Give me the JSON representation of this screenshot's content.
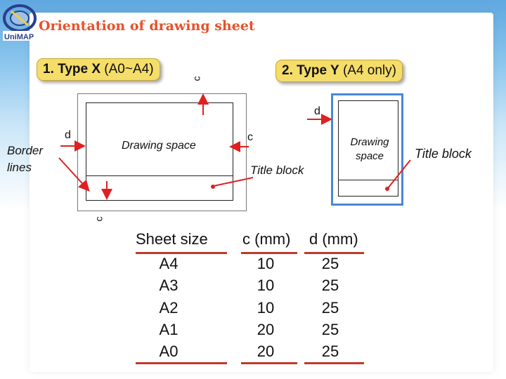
{
  "title": "Orientation of drawing sheet",
  "type_x": {
    "bold": "1. Type X",
    "rest": " (A0~A4)"
  },
  "type_y": {
    "bold": "2. Type Y",
    "rest": " (A4 only)"
  },
  "labels": {
    "c_top": "c",
    "c_mid": "c",
    "c_bottom": "c",
    "d_left": "d",
    "d_right": "d",
    "border_lines": "Border lines",
    "drawing_space_x": "Drawing space",
    "drawing_space_y": "Drawing space",
    "title_block_x": "Title block",
    "title_block_y": "Title block"
  },
  "table": {
    "headers": [
      "Sheet size",
      "c (mm)",
      "d (mm)"
    ],
    "rows": [
      [
        "A4",
        "10",
        "25"
      ],
      [
        "A3",
        "10",
        "25"
      ],
      [
        "A2",
        "10",
        "25"
      ],
      [
        "A1",
        "20",
        "25"
      ],
      [
        "A0",
        "20",
        "25"
      ]
    ]
  },
  "colors": {
    "accent": "#e8512a",
    "box": "#f5dd6a",
    "sheet_y_border": "#4b86d8",
    "rule": "#c0392b"
  }
}
